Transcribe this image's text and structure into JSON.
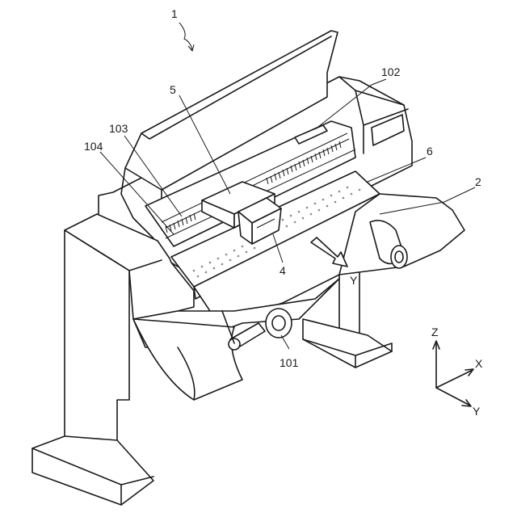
{
  "figure": {
    "ref_main": "1",
    "ref_print_medium": "2",
    "ref_head": "4",
    "ref_carriage": "5",
    "ref_platen": "6",
    "ref_feed_roll": "101",
    "ref_rail": "102",
    "ref_guide_103": "103",
    "ref_guide_104": "104",
    "feed_direction": "Y"
  },
  "axes": {
    "z_label": "Z",
    "x_label": "X",
    "y_label": "Y"
  },
  "colors": {
    "line": "#1a1a1a",
    "background": "#ffffff"
  }
}
